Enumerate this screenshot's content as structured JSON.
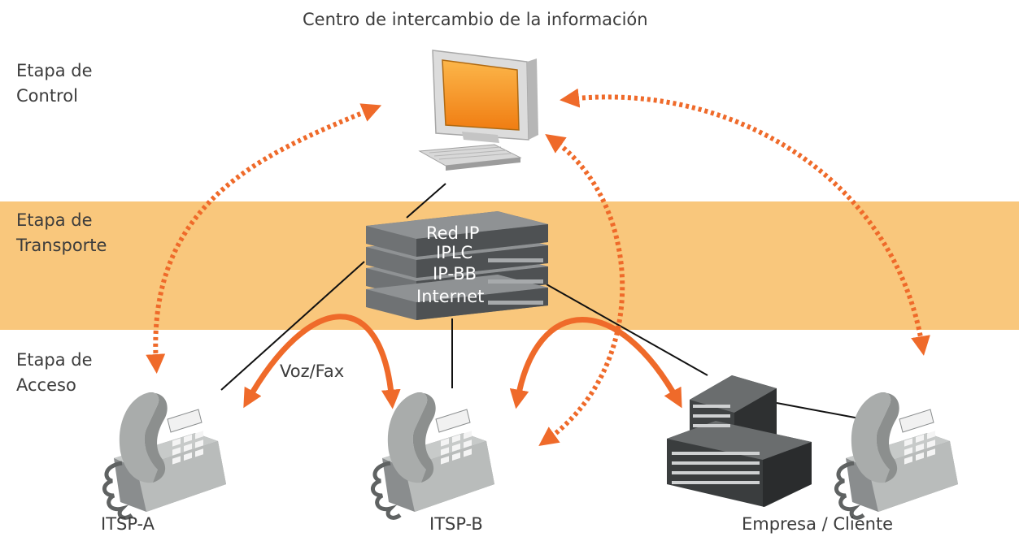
{
  "title": "Centro de intercambio de la información",
  "stages": {
    "control": [
      "Etapa de",
      "Control"
    ],
    "transport": [
      "Etapa de",
      "Transporte"
    ],
    "access": [
      "Etapa de",
      "Acceso"
    ]
  },
  "network_labels": [
    "Red IP",
    "IPLC",
    "IP-BB",
    "Internet"
  ],
  "flow_label": "Voz/Fax",
  "endpoints": {
    "a": "ITSP-A",
    "b": "ITSP-B",
    "c": "Empresa / Cliente"
  },
  "colors": {
    "band": "#f9c77c",
    "arrow": "#ef6a2a",
    "screen": "#f59a1c"
  }
}
